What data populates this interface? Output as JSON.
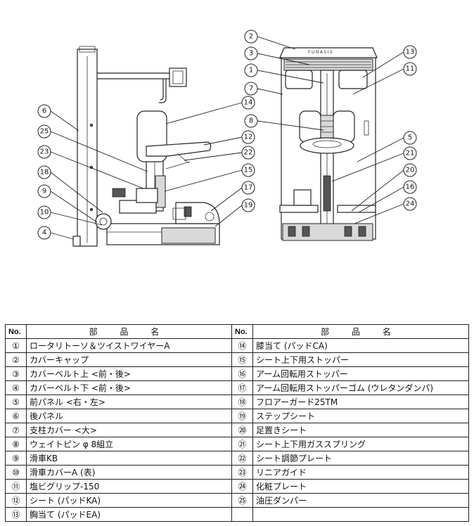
{
  "brand_label": "FUNASIS",
  "callouts": {
    "left": [
      "6",
      "25",
      "23",
      "18",
      "9",
      "10",
      "4",
      "14",
      "12",
      "22",
      "15",
      "17",
      "19"
    ],
    "right": [
      "2",
      "3",
      "1",
      "7",
      "8",
      "13",
      "11",
      "5",
      "21",
      "20",
      "16",
      "24"
    ]
  },
  "table": {
    "header_no": "No.",
    "header_name": "部 品 名",
    "left_rows": [
      {
        "no": "①",
        "name": "ロータリトーソ＆ツイストワイヤーA"
      },
      {
        "no": "②",
        "name": "カバーキャップ"
      },
      {
        "no": "③",
        "name": "カバーベルト上 <前・後>"
      },
      {
        "no": "④",
        "name": "カバーベルト下 <前・後>"
      },
      {
        "no": "⑤",
        "name": "前パネル <右・左>"
      },
      {
        "no": "⑥",
        "name": "後パネル"
      },
      {
        "no": "⑦",
        "name": "支柱カバー <大>"
      },
      {
        "no": "⑧",
        "name": "ウェイトピン φ 8組立"
      },
      {
        "no": "⑨",
        "name": "滑車KB"
      },
      {
        "no": "⑩",
        "name": "滑車カバーA (表)"
      },
      {
        "no": "⑪",
        "name": "塩ビグリップ-150"
      },
      {
        "no": "⑫",
        "name": "シート (パッドKA)"
      },
      {
        "no": "⑬",
        "name": "胸当て (パッドEA)"
      }
    ],
    "right_rows": [
      {
        "no": "⑭",
        "name": "膝当て (パッドCA)"
      },
      {
        "no": "⑮",
        "name": "シート上下用ストッパー"
      },
      {
        "no": "⑯",
        "name": "アーム回転用ストッパー"
      },
      {
        "no": "⑰",
        "name": "アーム回転用ストッパーゴム (ウレタンダンパ)"
      },
      {
        "no": "⑱",
        "name": "フロアーガード25TM"
      },
      {
        "no": "⑲",
        "name": "ステップシート"
      },
      {
        "no": "⑳",
        "name": "足置きシート"
      },
      {
        "no": "㉑",
        "name": "シート上下用ガススプリング"
      },
      {
        "no": "㉒",
        "name": "シート調節プレート"
      },
      {
        "no": "㉓",
        "name": "リニアガイド"
      },
      {
        "no": "㉔",
        "name": "化粧プレート"
      },
      {
        "no": "㉕",
        "name": "油圧ダンパー"
      },
      {
        "no": "",
        "name": ""
      }
    ]
  }
}
